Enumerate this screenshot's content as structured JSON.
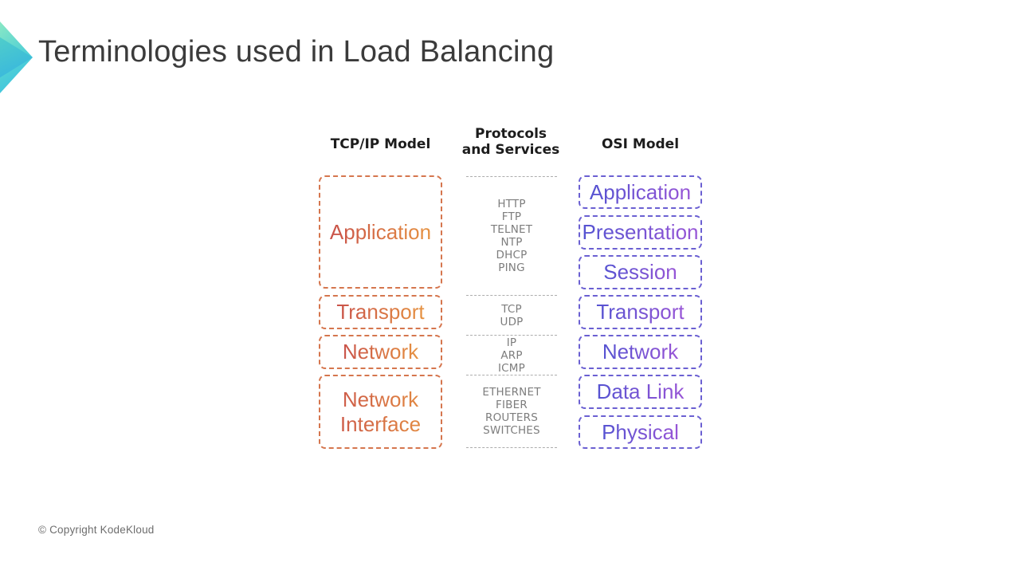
{
  "slide": {
    "title": "Terminologies used in Load Balancing",
    "copyright": "© Copyright KodeKloud"
  },
  "colors": {
    "title_text": "#3b3b3b",
    "tcpip_border": "#d5764e",
    "tcpip_text_gradient": [
      "#c8504a",
      "#e79440"
    ],
    "osi_border": "#6b60d2",
    "osi_text_gradient": [
      "#5353d1",
      "#9a55d6"
    ],
    "protocol_text": "#7d7d7d",
    "accent_gradient": [
      "#8ae8c4",
      "#2fa9e8"
    ]
  },
  "diagram": {
    "tcpip": {
      "header": "TCP/IP Model",
      "layers": [
        "Application",
        "Transport",
        "Network",
        "Network Interface"
      ]
    },
    "protocols": {
      "header_line1": "Protocols",
      "header_line2": "and Services",
      "groups": [
        {
          "items": [
            "HTTP",
            "FTP",
            "TELNET",
            "NTP",
            "DHCP",
            "PING"
          ]
        },
        {
          "items": [
            "TCP",
            "UDP"
          ]
        },
        {
          "items": [
            "IP",
            "ARP",
            "ICMP"
          ]
        },
        {
          "items": [
            "ETHERNET",
            "FIBER",
            "ROUTERS",
            "SWITCHES"
          ]
        }
      ]
    },
    "osi": {
      "header": "OSI Model",
      "layers": [
        "Application",
        "Presentation",
        "Session",
        "Transport",
        "Network",
        "Data Link",
        "Physical"
      ]
    }
  }
}
